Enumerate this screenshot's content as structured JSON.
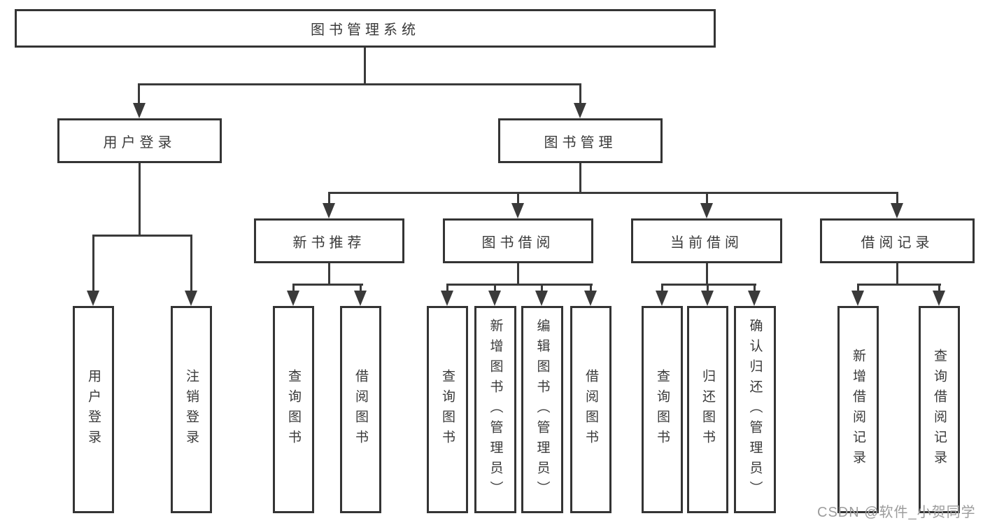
{
  "diagram": {
    "root": {
      "label": "图书管理系统"
    },
    "level2": [
      {
        "label": "用户登录"
      },
      {
        "label": "图书管理"
      }
    ],
    "level3": [
      {
        "label": "新书推荐"
      },
      {
        "label": "图书借阅"
      },
      {
        "label": "当前借阅"
      },
      {
        "label": "借阅记录"
      }
    ],
    "leaves": {
      "user_login": [
        "用户登录",
        "注销登录"
      ],
      "new_books": [
        "查询图书",
        "借阅图书"
      ],
      "book_borrow": [
        "查询图书",
        "新增图书（管理员）",
        "编辑图书（管理员）",
        "借阅图书"
      ],
      "current_borrow": [
        "查询图书",
        "归还图书",
        "确认归还（管理员）"
      ],
      "borrow_records": [
        "新增借阅记录",
        "查询借阅记录"
      ]
    }
  },
  "watermark": "CSDN @软件_小贺同学"
}
